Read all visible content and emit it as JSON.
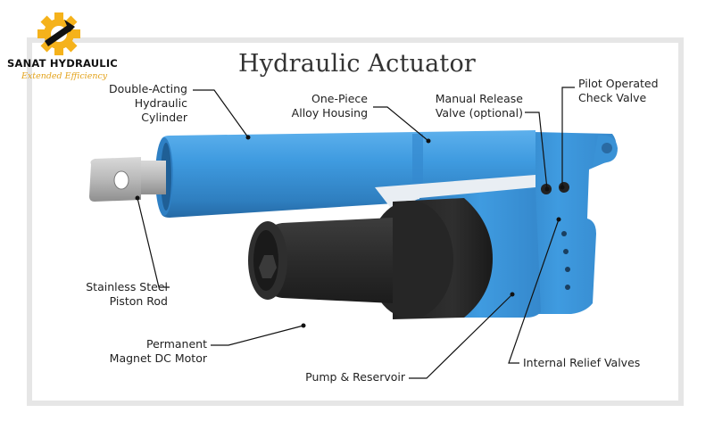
{
  "title": "Hydraulic Actuator",
  "logo": {
    "brand": "SANAT HYDRAULIC",
    "tagline": "Extended Efficiency",
    "icon": "gear-icon",
    "color": "#f5b21b"
  },
  "labels": {
    "double_acting": "Double-Acting\nHydraulic\nCylinder",
    "housing": "One-Piece\nAlloy Housing",
    "manual_release": "Manual Release\nValve (optional)",
    "pilot_check": "Pilot Operated\nCheck Valve",
    "piston_rod": "Stainless Steel\nPiston Rod",
    "motor": "Permanent\nMagnet DC Motor",
    "pump": "Pump & Reservoir",
    "relief": "Internal Relief Valves"
  },
  "colors": {
    "cylinder_blue": "#3f9be0",
    "motor_dark": "#2b2b2b",
    "rod_steel": "#b9b9b9",
    "frame": "#e6e6e6"
  }
}
